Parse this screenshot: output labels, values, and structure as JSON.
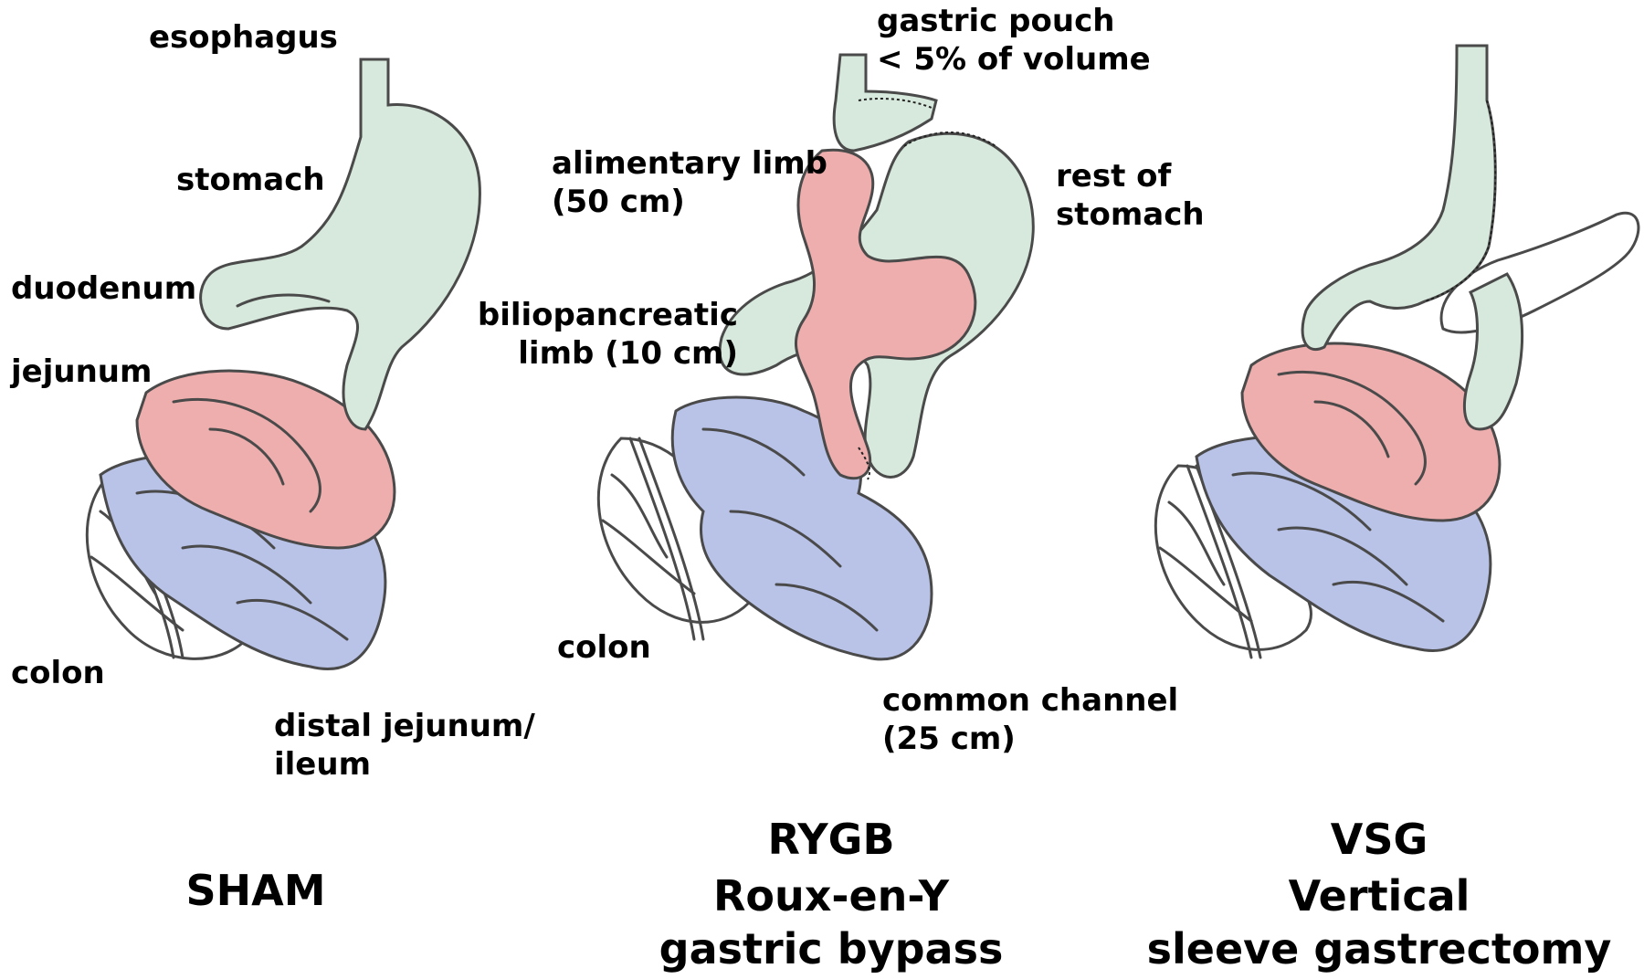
{
  "panels": [
    {
      "id": "sham",
      "caption": [
        "SHAM"
      ],
      "labels": {
        "esophagus": "esophagus",
        "stomach": "stomach",
        "duodenum": "duodenum",
        "jejunum": "jejunum",
        "colon": "colon",
        "distal_jejunum": [
          "distal jejunum/",
          "ileum"
        ]
      }
    },
    {
      "id": "rygb",
      "caption": [
        "RYGB",
        "Roux-en-Y",
        "gastric bypass"
      ],
      "labels": {
        "gastric_pouch": [
          "gastric pouch",
          "< 5% of volume"
        ],
        "alimentary_limb": [
          "alimentary limb",
          "(50 cm)"
        ],
        "rest_of_stomach": [
          "rest of",
          "stomach"
        ],
        "biliopancreatic_limb": [
          "biliopancreatic",
          "limb (10 cm)"
        ],
        "colon": "colon",
        "common_channel": [
          "common channel",
          "(25 cm)"
        ]
      }
    },
    {
      "id": "vsg",
      "caption": [
        "VSG",
        "Vertical",
        "sleeve gastrectomy"
      ],
      "labels": {}
    }
  ],
  "colors": {
    "stomach_duodenum": "#d7e9dc",
    "jejunum_alimentary": "#efaeae",
    "ileum_common": "#b9c3e8",
    "colon": "#ffffff",
    "outline": "#4a4a4a"
  }
}
